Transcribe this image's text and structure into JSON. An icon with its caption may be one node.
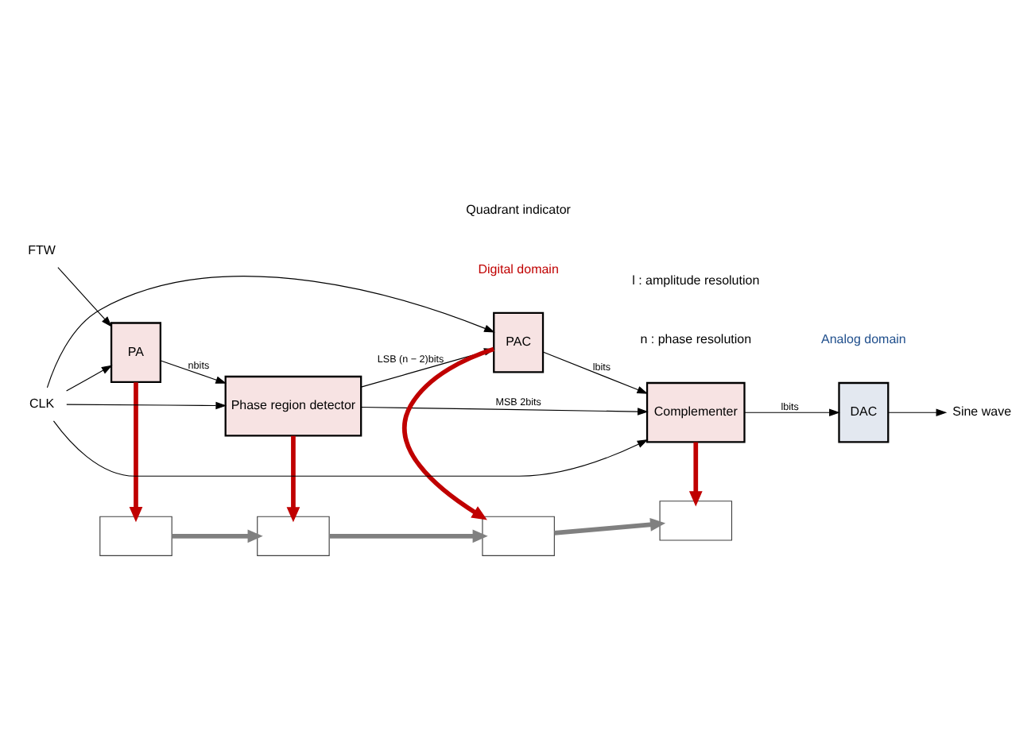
{
  "diagram": {
    "nodes": [
      {
        "text": [
          "FTW"
        ]
      },
      {
        "text": [
          "PA"
        ]
      },
      {
        "text": [
          "Phase region detector"
        ]
      },
      {
        "text": [
          "PAC"
        ]
      },
      {
        "text": [
          "Complementer"
        ]
      },
      {
        "text": [
          "DAC"
        ]
      },
      {
        "text": [
          "Sine wave"
        ]
      },
      {
        "text": [
          "CLK"
        ]
      },
      {
        "text": [],
        "shape": "box"
      },
      {
        "text": [],
        "shape": "box"
      },
      {
        "text": [],
        "shape": "box"
      },
      {
        "text": [],
        "shape": "box"
      }
    ],
    "edges": [
      {
        "from": 0,
        "to": 1,
        "arrow": "to"
      },
      {
        "from": 1,
        "to": 2,
        "arrow": "to",
        "label": "nbits"
      },
      {
        "from": 2,
        "to": 3,
        "arrow": "to",
        "label": "LSB (n − 2)bits"
      },
      {
        "from": 2,
        "to": 4,
        "arrow": "to",
        "label": "MSB 2bits"
      },
      {
        "from": 3,
        "to": 4,
        "arrow": "to",
        "label": "lbits"
      },
      {
        "from": 4,
        "to": 5,
        "arrow": "to",
        "label": "lbits"
      },
      {
        "from": 5,
        "to": 6,
        "arrow": "to"
      },
      {
        "from": 7,
        "to": 1,
        "arrow": "to"
      },
      {
        "from": 7,
        "to": 2,
        "arrow": "to"
      },
      {
        "from": 7,
        "to": 3,
        "arrow": "to"
      },
      {
        "from": 7,
        "to": 4,
        "arrow": "to"
      },
      {
        "from": 1,
        "to": 8,
        "arrow": "to",
        "style": "thick",
        "color": "#c00000"
      },
      {
        "from": 2,
        "to": 9,
        "arrow": "to",
        "style": "thick",
        "color": "#c00000"
      },
      {
        "from": 3,
        "to": 10,
        "arrow": "to",
        "style": "thick",
        "color": "#c00000"
      },
      {
        "from": 4,
        "to": 11,
        "arrow": "to",
        "style": "thick",
        "color": "#c00000"
      },
      {
        "from": 8,
        "to": 9,
        "arrow": "to",
        "style": "thick",
        "color": "#808080"
      },
      {
        "from": 9,
        "to": 10,
        "arrow": "to",
        "style": "thick",
        "color": "#808080"
      },
      {
        "from": 10,
        "to": 11,
        "arrow": "to",
        "style": "thick",
        "color": "#808080"
      }
    ],
    "labels": [
      "Digital domain",
      "Analog domain",
      "Quadrant indicator",
      "n : phase resolution",
      "l : amplitude resolution"
    ]
  }
}
